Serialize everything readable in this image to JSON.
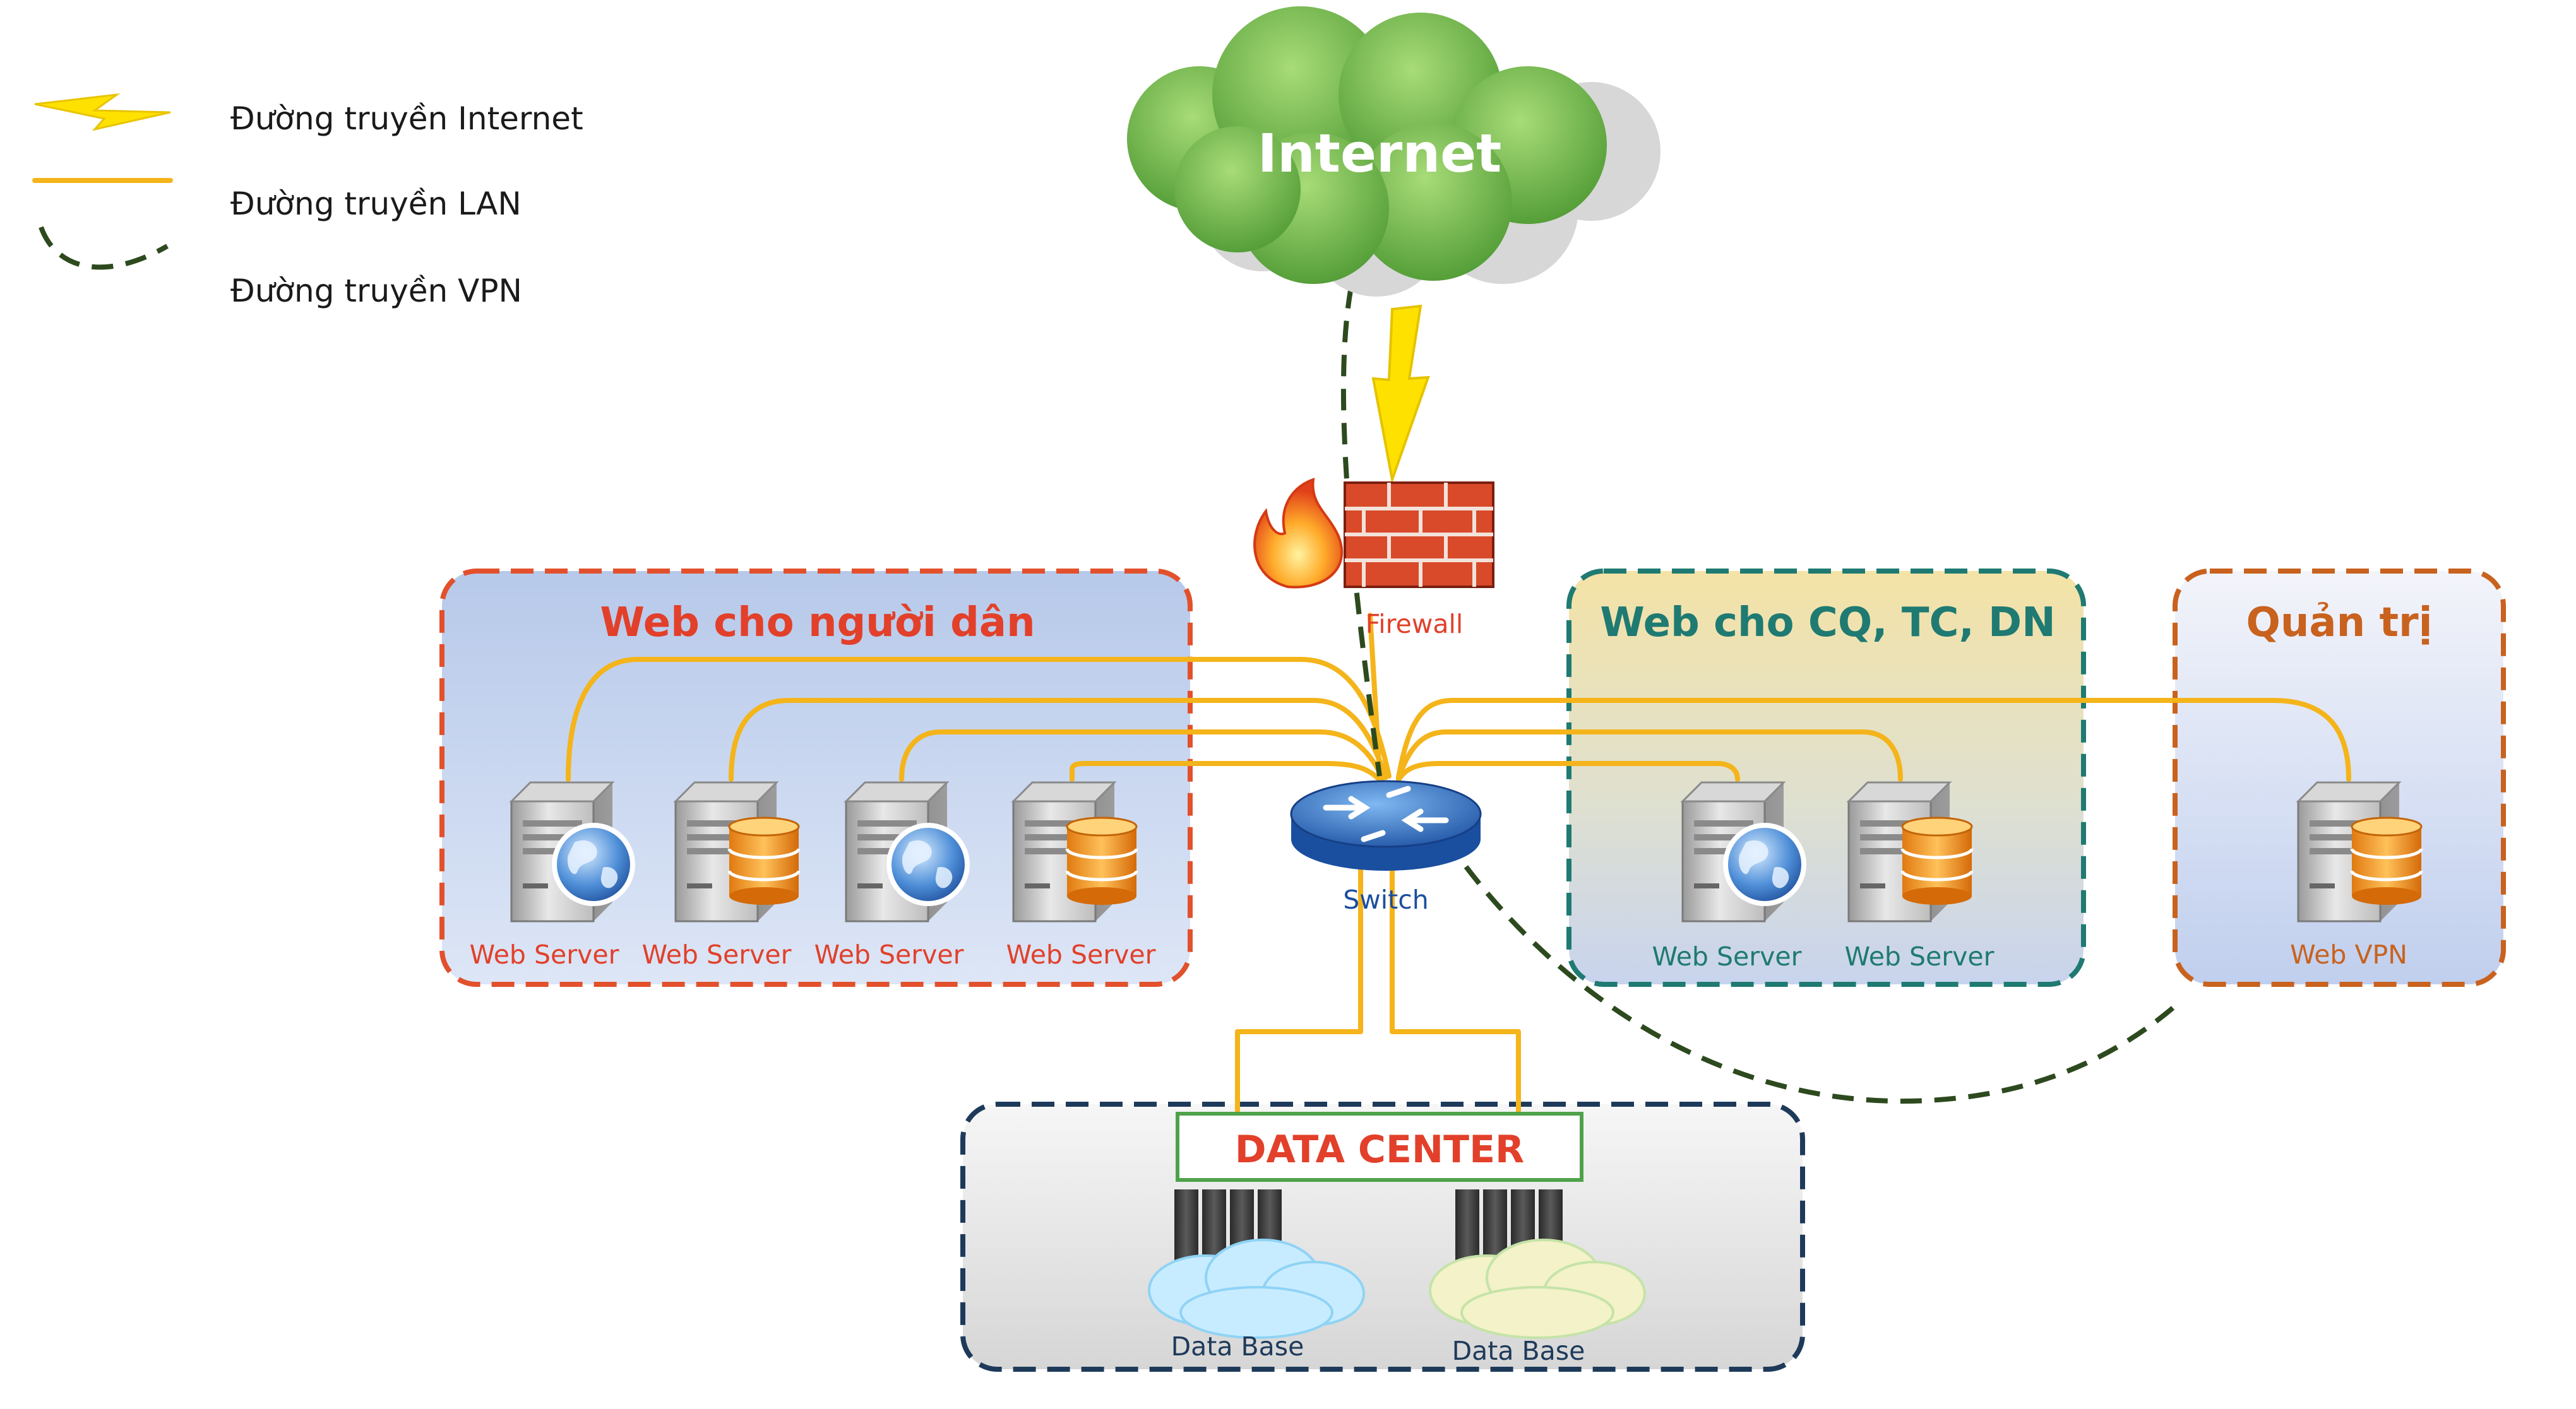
{
  "legend": {
    "internet": "Đường truyền Internet",
    "lan": "Đường truyền LAN",
    "vpn": "Đường truyền VPN"
  },
  "internet_label": "Internet",
  "firewall_label": "Firewall",
  "switch_label": "Switch",
  "groups": {
    "citizens": {
      "title": "Web cho người dân",
      "servers": [
        {
          "label": "Web Server",
          "icon": "globe-icon"
        },
        {
          "label": "Web Server",
          "icon": "database-icon"
        },
        {
          "label": "Web Server",
          "icon": "globe-icon"
        },
        {
          "label": "Web Server",
          "icon": "database-icon"
        }
      ]
    },
    "organizations": {
      "title": "Web cho CQ, TC, DN",
      "servers": [
        {
          "label": "Web Server",
          "icon": "globe-icon"
        },
        {
          "label": "Web Server",
          "icon": "database-icon"
        }
      ]
    },
    "admin": {
      "title": "Quản trị",
      "servers": [
        {
          "label": "Web VPN",
          "icon": "database-icon"
        }
      ]
    }
  },
  "data_center": {
    "title": "DATA CENTER",
    "databases": [
      "Data Base",
      "Data Base"
    ]
  },
  "colors": {
    "lan_line": "#f4b41a",
    "vpn_line": "#2d4a1e",
    "citizens_border": "#e2502c",
    "organizations_border": "#1f7a72",
    "admin_border": "#c8621e",
    "datacenter_border": "#1e3a5a",
    "title_red": "#e2402a",
    "title_teal": "#1f7a72",
    "title_orange": "#c8621e"
  }
}
